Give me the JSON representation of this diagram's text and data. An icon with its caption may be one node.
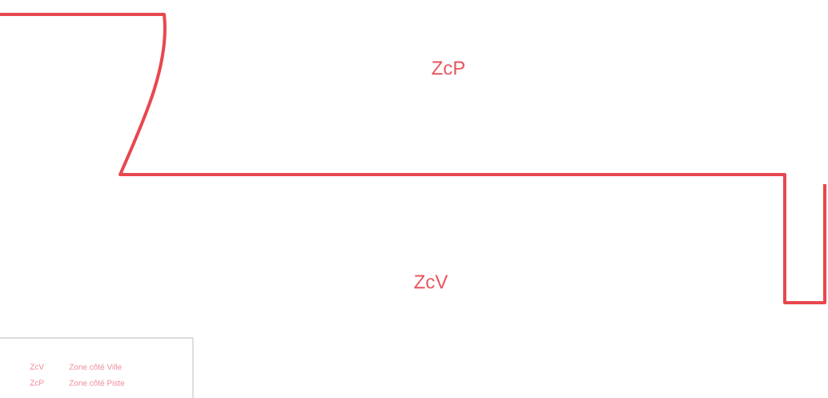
{
  "diagram": {
    "labels": [
      "ZcP",
      "ZcV",
      "ZcV",
      "Zone côté Ville",
      "ZcP",
      "Zone côté Piste"
    ]
  }
}
